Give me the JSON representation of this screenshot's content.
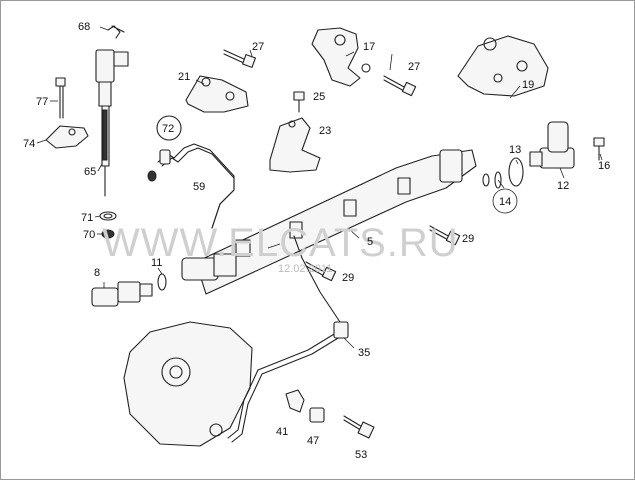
{
  "watermark": {
    "text": "WWW.ELCATS.RU",
    "date": "12.02.2011"
  },
  "labels": {
    "p68": "68",
    "p77": "77",
    "p74": "74",
    "p65": "65",
    "p71": "71",
    "p70": "70",
    "p8": "8",
    "p11": "11",
    "p72": "72",
    "p59": "59",
    "p21": "21",
    "p27a": "27",
    "p25": "25",
    "p23": "23",
    "p17": "17",
    "p27b": "27",
    "p19": "19",
    "p13": "13",
    "p14": "14",
    "p12": "12",
    "p16": "16",
    "p5": "5",
    "p29a": "29",
    "p29b": "29",
    "p35": "35",
    "p41": "41",
    "p47": "47",
    "p53": "53"
  }
}
